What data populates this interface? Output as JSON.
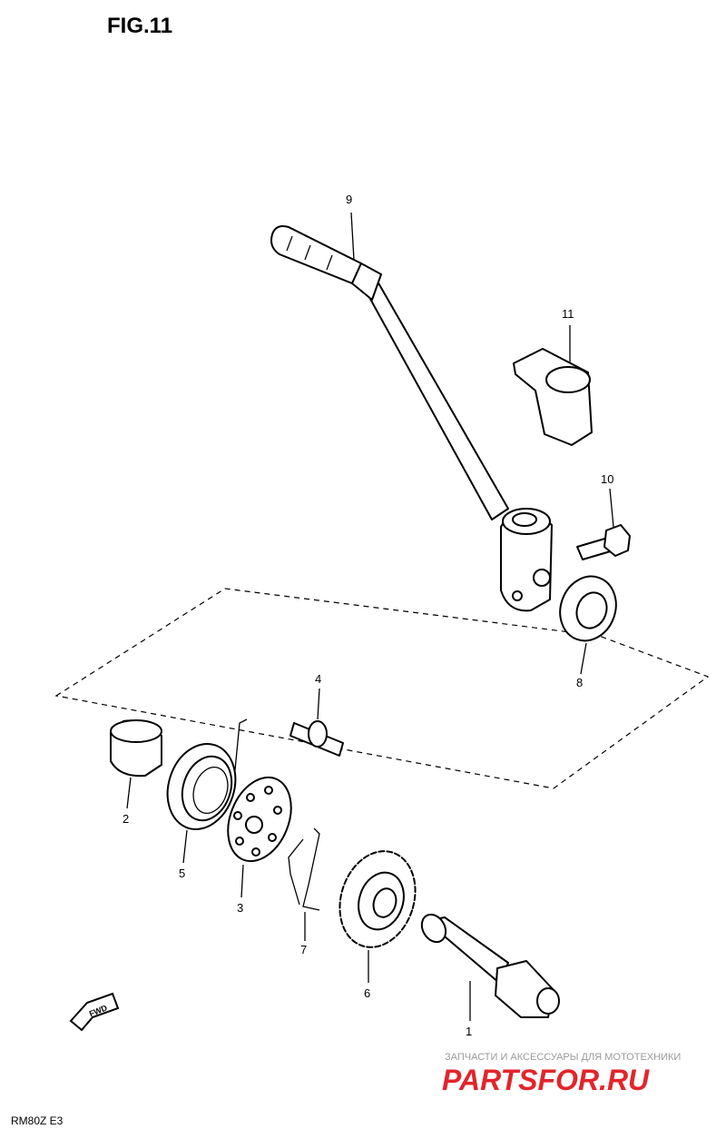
{
  "figure": {
    "title": "FIG.11"
  },
  "callouts": {
    "c1": "1",
    "c2": "2",
    "c3": "3",
    "c4": "4",
    "c5": "5",
    "c6": "6",
    "c7": "7",
    "c8": "8",
    "c9": "9",
    "c10": "10",
    "c11": "11"
  },
  "fwd_label": "FWD",
  "footer_code": "RM80Z E3",
  "watermark": {
    "tagline": "ЗАПЧАСТИ И АКСЕССУАРЫ ДЛЯ МОТОТЕХНИКИ",
    "brand": "PARTSFOR.RU",
    "brand_color": "#e2252b",
    "tagline_color": "#9a9a9a"
  }
}
